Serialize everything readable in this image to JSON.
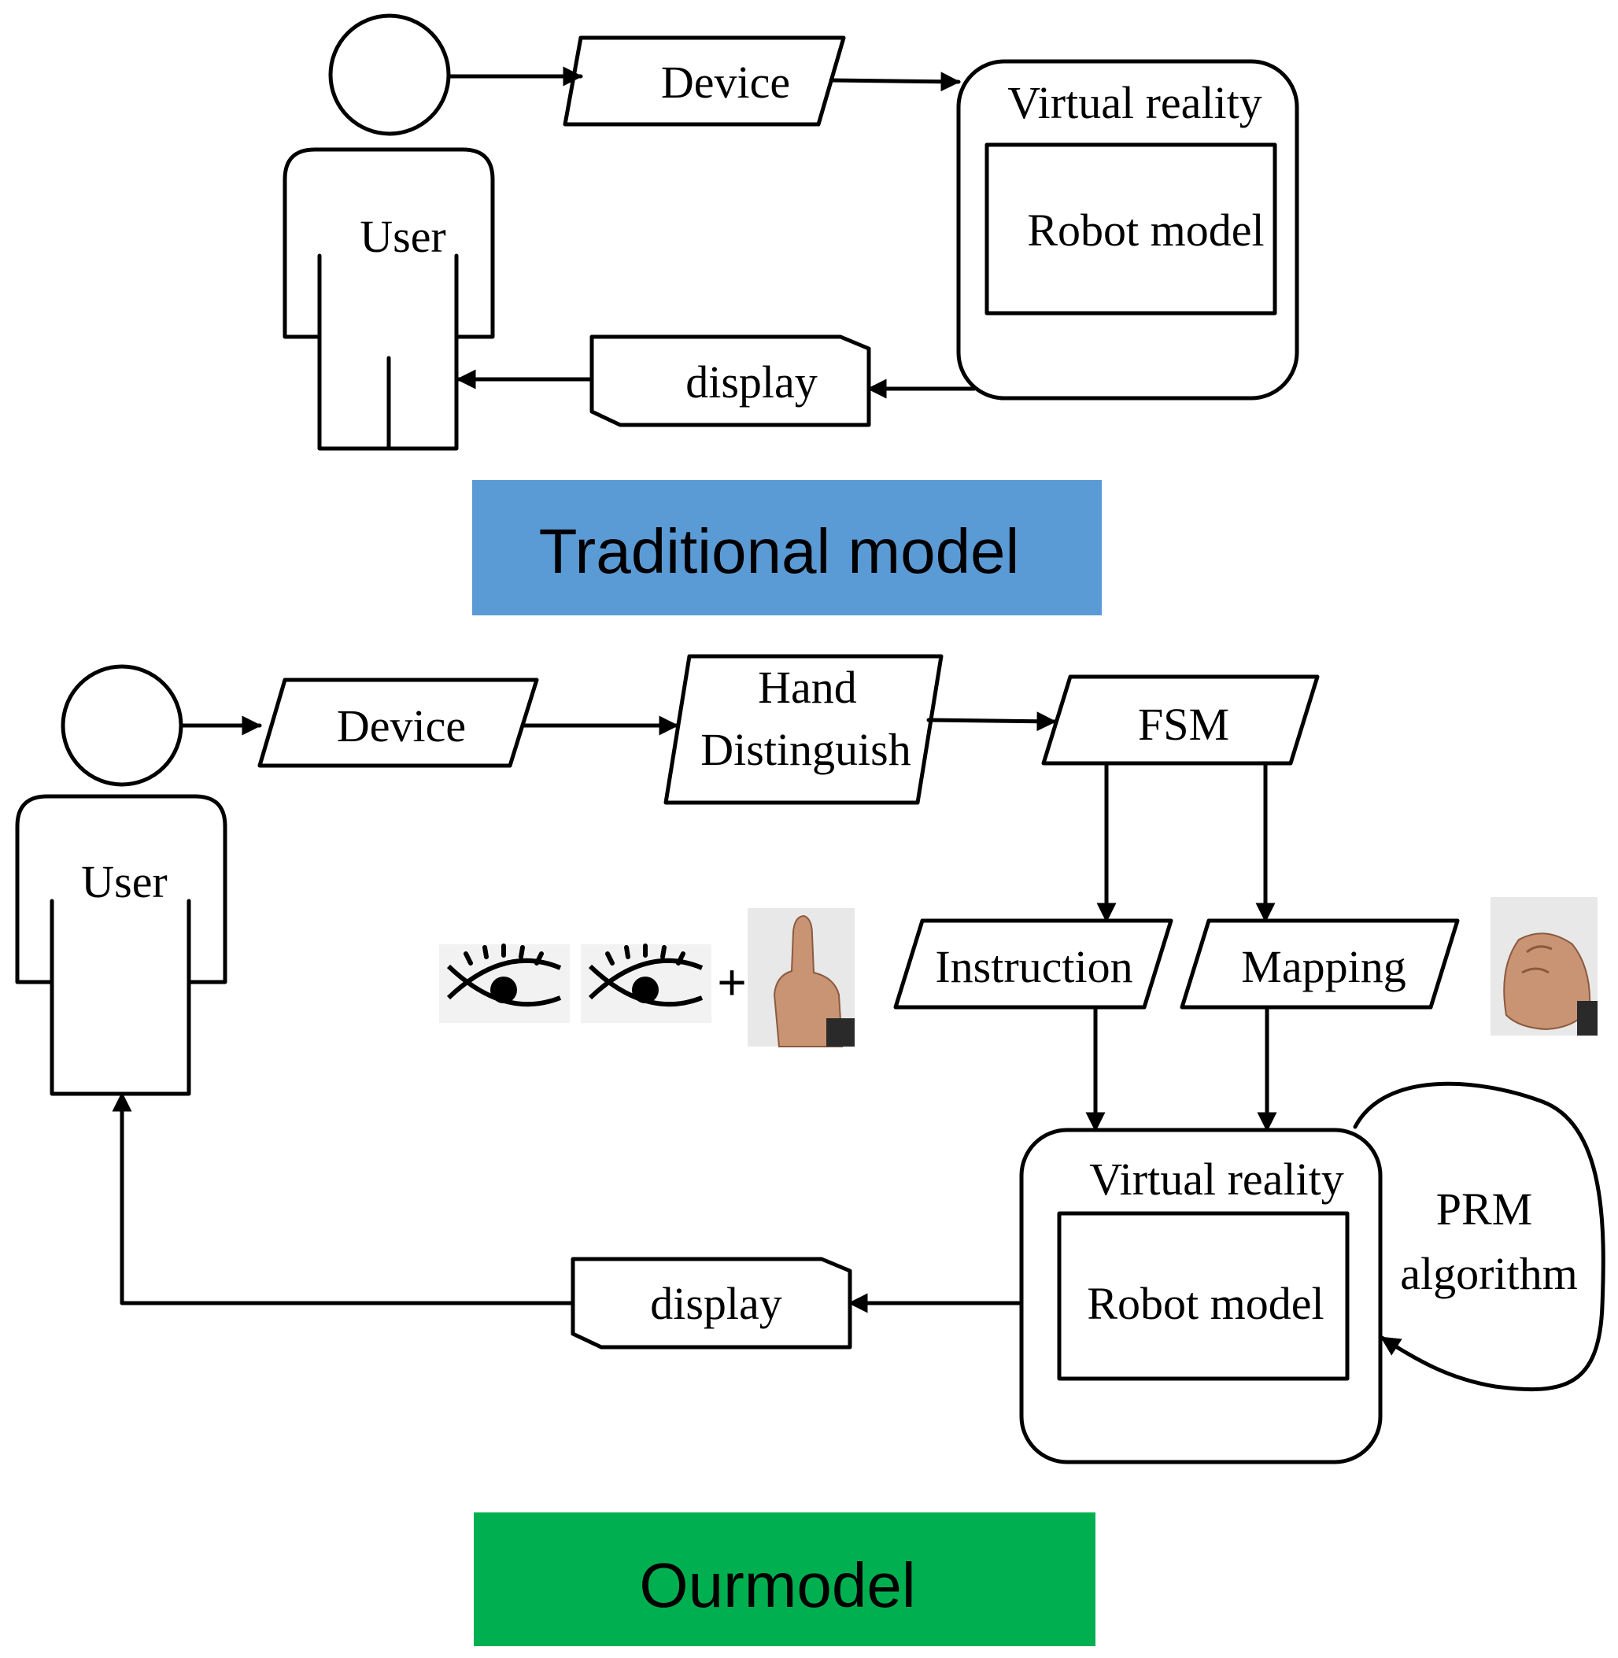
{
  "colors": {
    "traditional_banner": "#5b9bd5",
    "our_banner": "#00b050",
    "line": "#000000",
    "skin": "#c99474"
  },
  "traditional": {
    "user": "User",
    "device": "Device",
    "virtual_reality": "Virtual reality",
    "robot_model": "Robot model",
    "display": "display",
    "banner": "Traditional model"
  },
  "ours": {
    "user": "User",
    "device": "Device",
    "hand_distinguish_line1": "Hand",
    "hand_distinguish_line2": "Distinguish",
    "fsm": "FSM",
    "instruction": "Instruction",
    "mapping": "Mapping",
    "virtual_reality": "Virtual reality",
    "robot_model": "Robot model",
    "display": "display",
    "prm_line1": "PRM",
    "prm_line2": "algorithm",
    "plus": "+",
    "banner": "Ourmodel"
  },
  "icons": [
    "eye-icon",
    "eye-icon",
    "pointing-hand-photo",
    "fist-hand-photo"
  ]
}
